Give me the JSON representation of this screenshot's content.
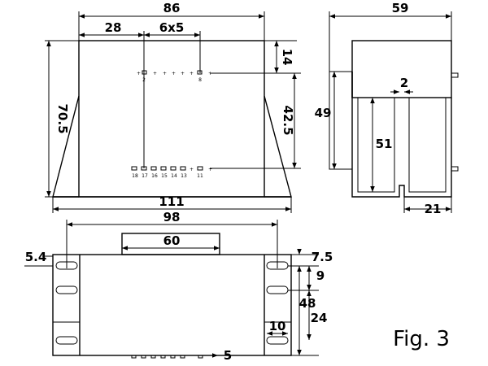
{
  "figure_label": "Fig. 3",
  "front_view": {
    "width_top": "86",
    "offset_left": "28",
    "pitch": "6x5",
    "height_total": "70.5",
    "top_offset": "14",
    "pin_spacing": "42.5",
    "width_base": "111",
    "top_pins": [
      "2",
      "8"
    ],
    "bottom_pins": [
      "18",
      "17",
      "16",
      "15",
      "14",
      "13",
      "11"
    ]
  },
  "side_view": {
    "width": "59",
    "height": "49",
    "gap": "2",
    "inner_height": "51",
    "right_width": "21"
  },
  "bottom_view": {
    "hole_spacing": "98",
    "window_width": "60",
    "hole_offset": "5.4",
    "top_margin": "7.5",
    "slot_pitch": "9",
    "slot_total": "48",
    "slot_group": "24",
    "slot_width": "10",
    "pin_offset": "5"
  }
}
